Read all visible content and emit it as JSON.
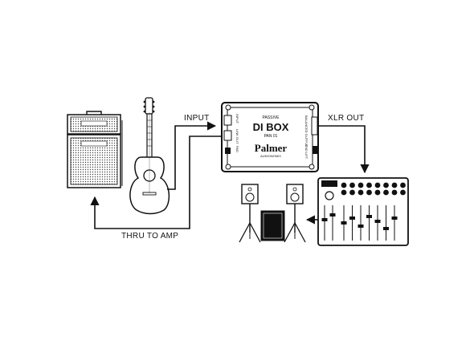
{
  "labels": {
    "input": "INPUT",
    "xlr_out": "XLR OUT",
    "thru_to_amp": "THRU TO AMP"
  },
  "di_box": {
    "type": "PASSIVE",
    "name": "DI BOX",
    "model": "PAN 01",
    "brand": "Palmer",
    "sub_brand": "AUDIONOMIX",
    "left_label_top": "INPUT",
    "left_label_bottom": "LINK OUT",
    "left_label_switch": "PAD",
    "right_label_top": "BALANCED OUTPUT",
    "right_label_bottom": "GND LIFT"
  },
  "colors": {
    "line": "#111111",
    "fill": "#ffffff",
    "shade": "#cfcfcf"
  }
}
